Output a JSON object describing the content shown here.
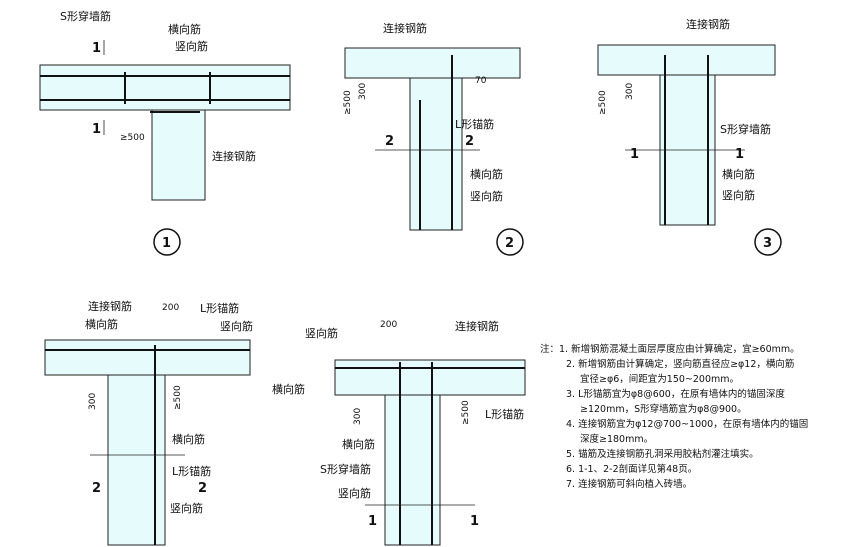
{
  "labels": {
    "s_tie": "S形穿墙筋",
    "horizontal_bar": "横向筋",
    "vertical_bar": "竖向筋",
    "connect_bar": "连接钢筋",
    "l_anchor": "L形锚筋",
    "dim_500": "≥500",
    "dim_300": "300",
    "dim_70": "70",
    "dim_200": "200"
  },
  "sections": {
    "one": "1",
    "two": "2"
  },
  "detail_numbers": [
    "1",
    "2",
    "3"
  ],
  "notes": {
    "prefix": "注：",
    "lines": [
      "1. 新增钢筋混凝土面层厚度应由计算确定，宜≥60mm。",
      "2. 新增钢筋由计算确定，竖向筋直径应≥φ12，横向筋",
      "宜径≥φ6，间距宜为150~200mm。",
      "3. L形锚筋宜为φ8@600，在原有墙体内的锚固深度",
      "≥120mm，S形穿墙筋宜为φ8@900。",
      "4. 连接钢筋宜为φ12@700~1000，在原有墙体内的锚固",
      "深度≥180mm。",
      "5. 锚筋及连接钢筋孔洞采用胶粘剂灌注填实。",
      "6. 1-1、2-2剖面详见第48页。",
      "7. 连接钢筋可斜向植入砖墙。"
    ]
  }
}
